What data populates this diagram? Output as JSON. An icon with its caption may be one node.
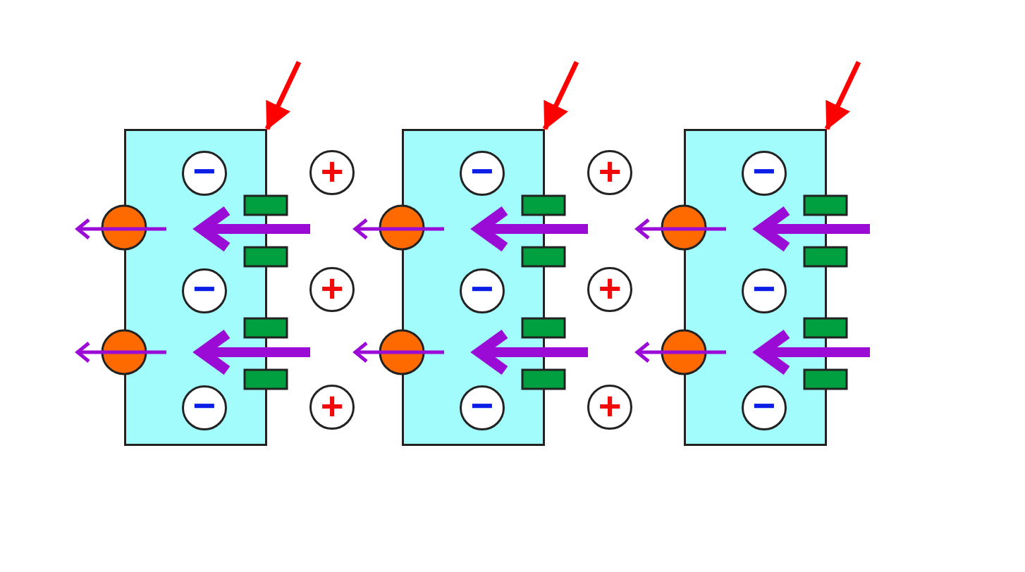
{
  "diagram": {
    "nodes": [
      {
        "text": [],
        "shape": "box"
      },
      {
        "text": [
          "−"
        ],
        "in": 0
      },
      {
        "text": [
          "−"
        ],
        "in": 0
      },
      {
        "text": [
          "−"
        ],
        "in": 0
      },
      {
        "text": [],
        "shape": "box"
      },
      {
        "text": [
          "−"
        ],
        "in": 4
      },
      {
        "text": [
          "−"
        ],
        "in": 4
      },
      {
        "text": [
          "−"
        ],
        "in": 4
      },
      {
        "text": [],
        "shape": "box"
      },
      {
        "text": [
          "−"
        ],
        "in": 8
      },
      {
        "text": [
          "−"
        ],
        "in": 8
      },
      {
        "text": [
          "−"
        ],
        "in": 8
      },
      {
        "text": [
          "+"
        ]
      },
      {
        "text": [
          "+"
        ]
      },
      {
        "text": [
          "+"
        ]
      },
      {
        "text": [
          "+"
        ]
      },
      {
        "text": [
          "+"
        ]
      },
      {
        "text": [
          "+"
        ]
      }
    ],
    "edges": [
      {
        "from": null,
        "to": 0,
        "arrow": "to"
      },
      {
        "from": null,
        "to": 4,
        "arrow": "to"
      },
      {
        "from": null,
        "to": 8,
        "arrow": "to"
      }
    ]
  }
}
